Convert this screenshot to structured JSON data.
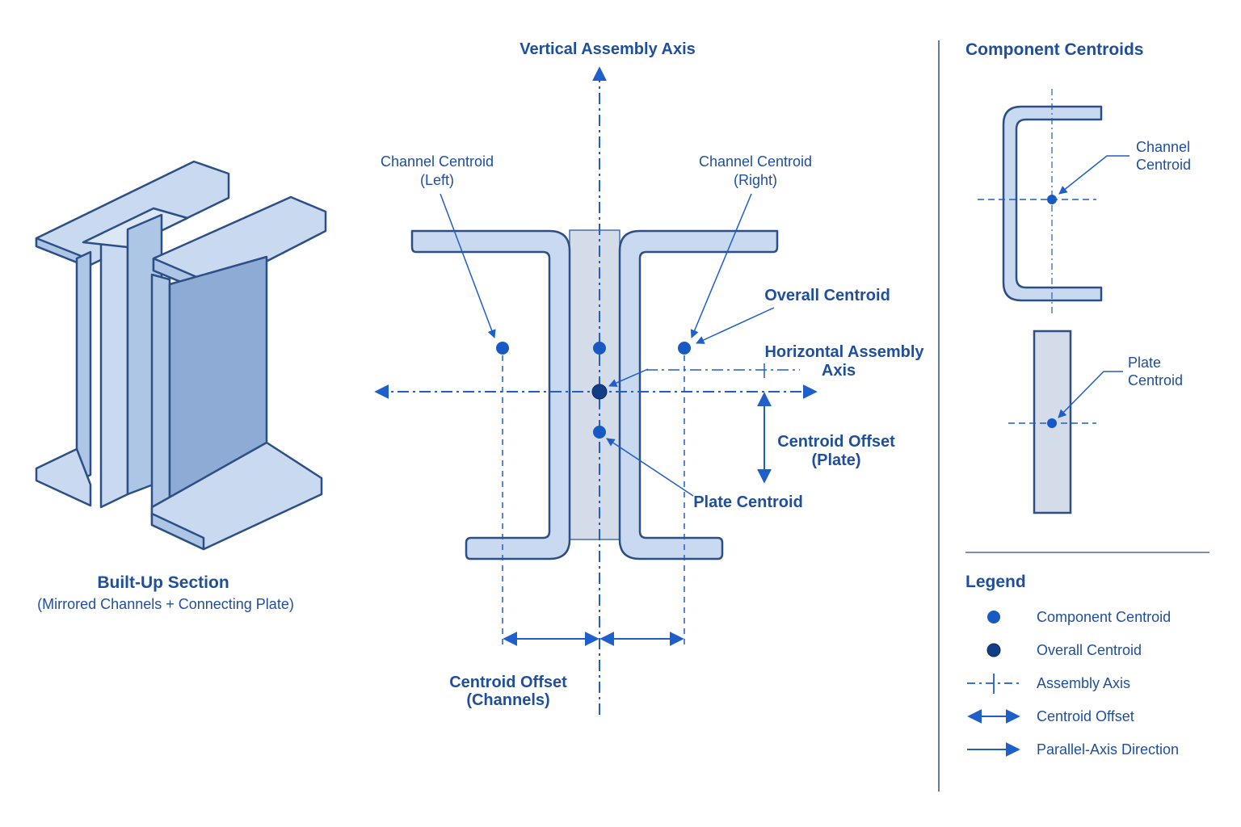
{
  "colors": {
    "ink": "#1f4f9c",
    "stroke": "#2c4f86",
    "fill_light": "#c9daf0",
    "fill_mid": "#aec6e6",
    "fill_dark": "#8eabd6",
    "dot": "#1959c4",
    "dot_dark": "#123e86",
    "plate": "#d4dcea"
  },
  "left_panel": {
    "title": "Built-Up Section",
    "subtitle": "(Mirrored Channels + Connecting Plate)"
  },
  "center": {
    "vertical_axis": "Vertical Assembly Axis",
    "horizontal_axis": [
      "Horizontal Assembly",
      "Axis"
    ],
    "channel_left": [
      "Channel Centroid",
      "(Left)"
    ],
    "channel_right": [
      "Channel Centroid",
      "(Right)"
    ],
    "overall_centroid": "Overall Centroid",
    "offset_plate": [
      "Centroid Offset",
      "(Plate)"
    ],
    "plate_centroid": "Plate Centroid",
    "offset_channels": [
      "Centroid Offset",
      "(Channels)"
    ]
  },
  "right_panel": {
    "title": "Component Centroids",
    "channel_label": [
      "Channel",
      "Centroid"
    ],
    "plate_label": [
      "Plate",
      "Centroid"
    ]
  },
  "legend": {
    "title": "Legend",
    "items": [
      {
        "icon": "component-centroid-dot",
        "label": "Component Centroid"
      },
      {
        "icon": "overall-centroid-dot",
        "label": "Overall Centroid"
      },
      {
        "icon": "assembly-axis-symbol",
        "label": "Assembly Axis"
      },
      {
        "icon": "double-arrow",
        "label": "Centroid Offset"
      },
      {
        "icon": "single-arrow",
        "label": "Parallel-Axis Direction"
      }
    ]
  }
}
